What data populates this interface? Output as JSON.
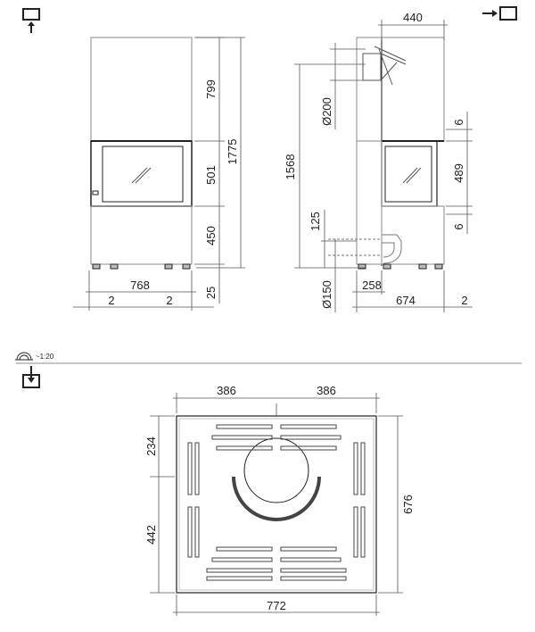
{
  "front_view": {
    "height_top": "799",
    "height_window": "501",
    "height_bottom": "450",
    "height_total": "1775",
    "height_feet": "25",
    "width": "768",
    "offset_left": "2",
    "offset_right": "2"
  },
  "side_view": {
    "top_width": "440",
    "flue_diameter_top": "Ø200",
    "height_to_flue": "1568",
    "height_inlet": "125",
    "inlet_diameter": "Ø150",
    "inlet_offset": "258",
    "depth": "674",
    "offset_right": "2",
    "gap_top": "6",
    "window_height": "489",
    "gap_bottom": "6"
  },
  "scale": {
    "label": "~1:20"
  },
  "top_view": {
    "width_left": "386",
    "width_right": "386",
    "depth_upper": "234",
    "depth_lower": "442",
    "depth_total": "676",
    "width_total": "772"
  },
  "colors": {
    "line": "#222222",
    "grey": "#9a9a9a",
    "fill": "#e6e6e6"
  }
}
